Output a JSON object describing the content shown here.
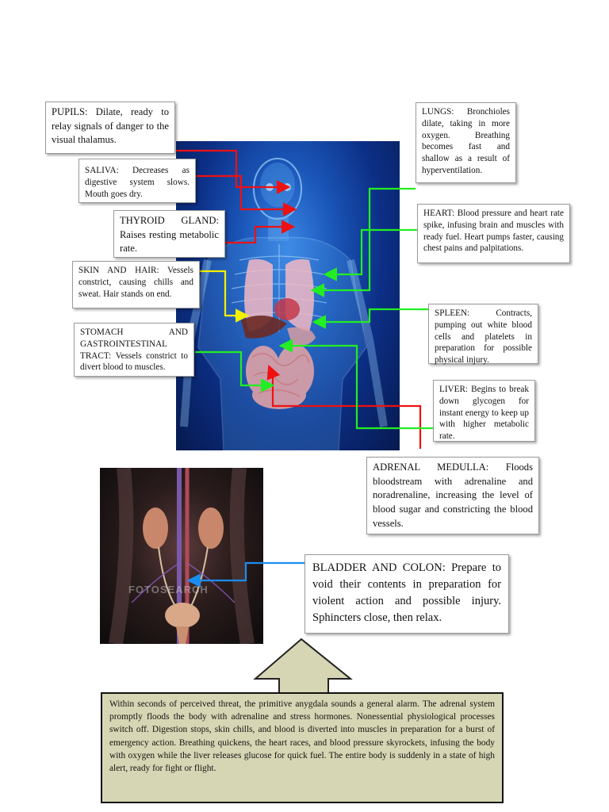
{
  "labels": {
    "pupils": "PUPILS: Dilate, ready to relay signals of danger to the visual thalamus.",
    "saliva": "SALIVA: Decreases as digestive system slows. Mouth goes dry.",
    "thyroid": "THYROID GLAND: Raises resting metabolic rate.",
    "skin": "SKIN AND HAIR: Vessels constrict, causing chills and sweat. Hair stands on end.",
    "stomach": "STOMACH AND GASTROINTESTINAL TRACT: Vessels constrict to divert blood to muscles.",
    "lungs": "LUNGS: Bronchioles dilate, taking in more oxygen. Breathing becomes fast and shallow as a result of hyperventilation.",
    "heart": "HEART: Blood pressure and heart rate spike, infusing brain and muscles with ready fuel. Heart pumps faster, causing chest pains and palpitations.",
    "spleen": "SPLEEN: Contracts, pumping out white blood cells and platelets in preparation for possible physical injury.",
    "liver": "LIVER: Begins to break down glycogen for instant energy to keep up with higher metabolic rate.",
    "adrenal": "ADRENAL MEDULLA: Floods bloodstream with adrenaline and noradrenaline, increasing the level of blood sugar and constricting the blood vessels.",
    "bladder": "BLADDER AND COLON: Prepare to void their contents in preparation for violent action and possible injury. Sphincters close, then relax."
  },
  "watermark": "FOTOSEARCH",
  "summary": "Within seconds of perceived threat, the primitive anygdala sounds a general alarm. The adrenal system promptly floods the body with adrenaline and stress hormones. Nonessential physiological processes switch off. Digestion stops, skin chills, and blood is diverted into muscles in preparation for a burst of emergency action. Breathing quickens, the heart races, and blood pressure skyrockets, infusing the body with oxygen while the liver releases glucose for quick fuel. The entire body is suddenly in a state of high alert, ready for fight or flight.",
  "colors": {
    "arrow_red": "#ee1111",
    "arrow_green": "#22ee22",
    "arrow_yellow": "#f4f000",
    "arrow_blue": "#1a8ef0",
    "summary_fill": "#d7d6b4",
    "up_arrow_fill": "#d7d6b4"
  }
}
